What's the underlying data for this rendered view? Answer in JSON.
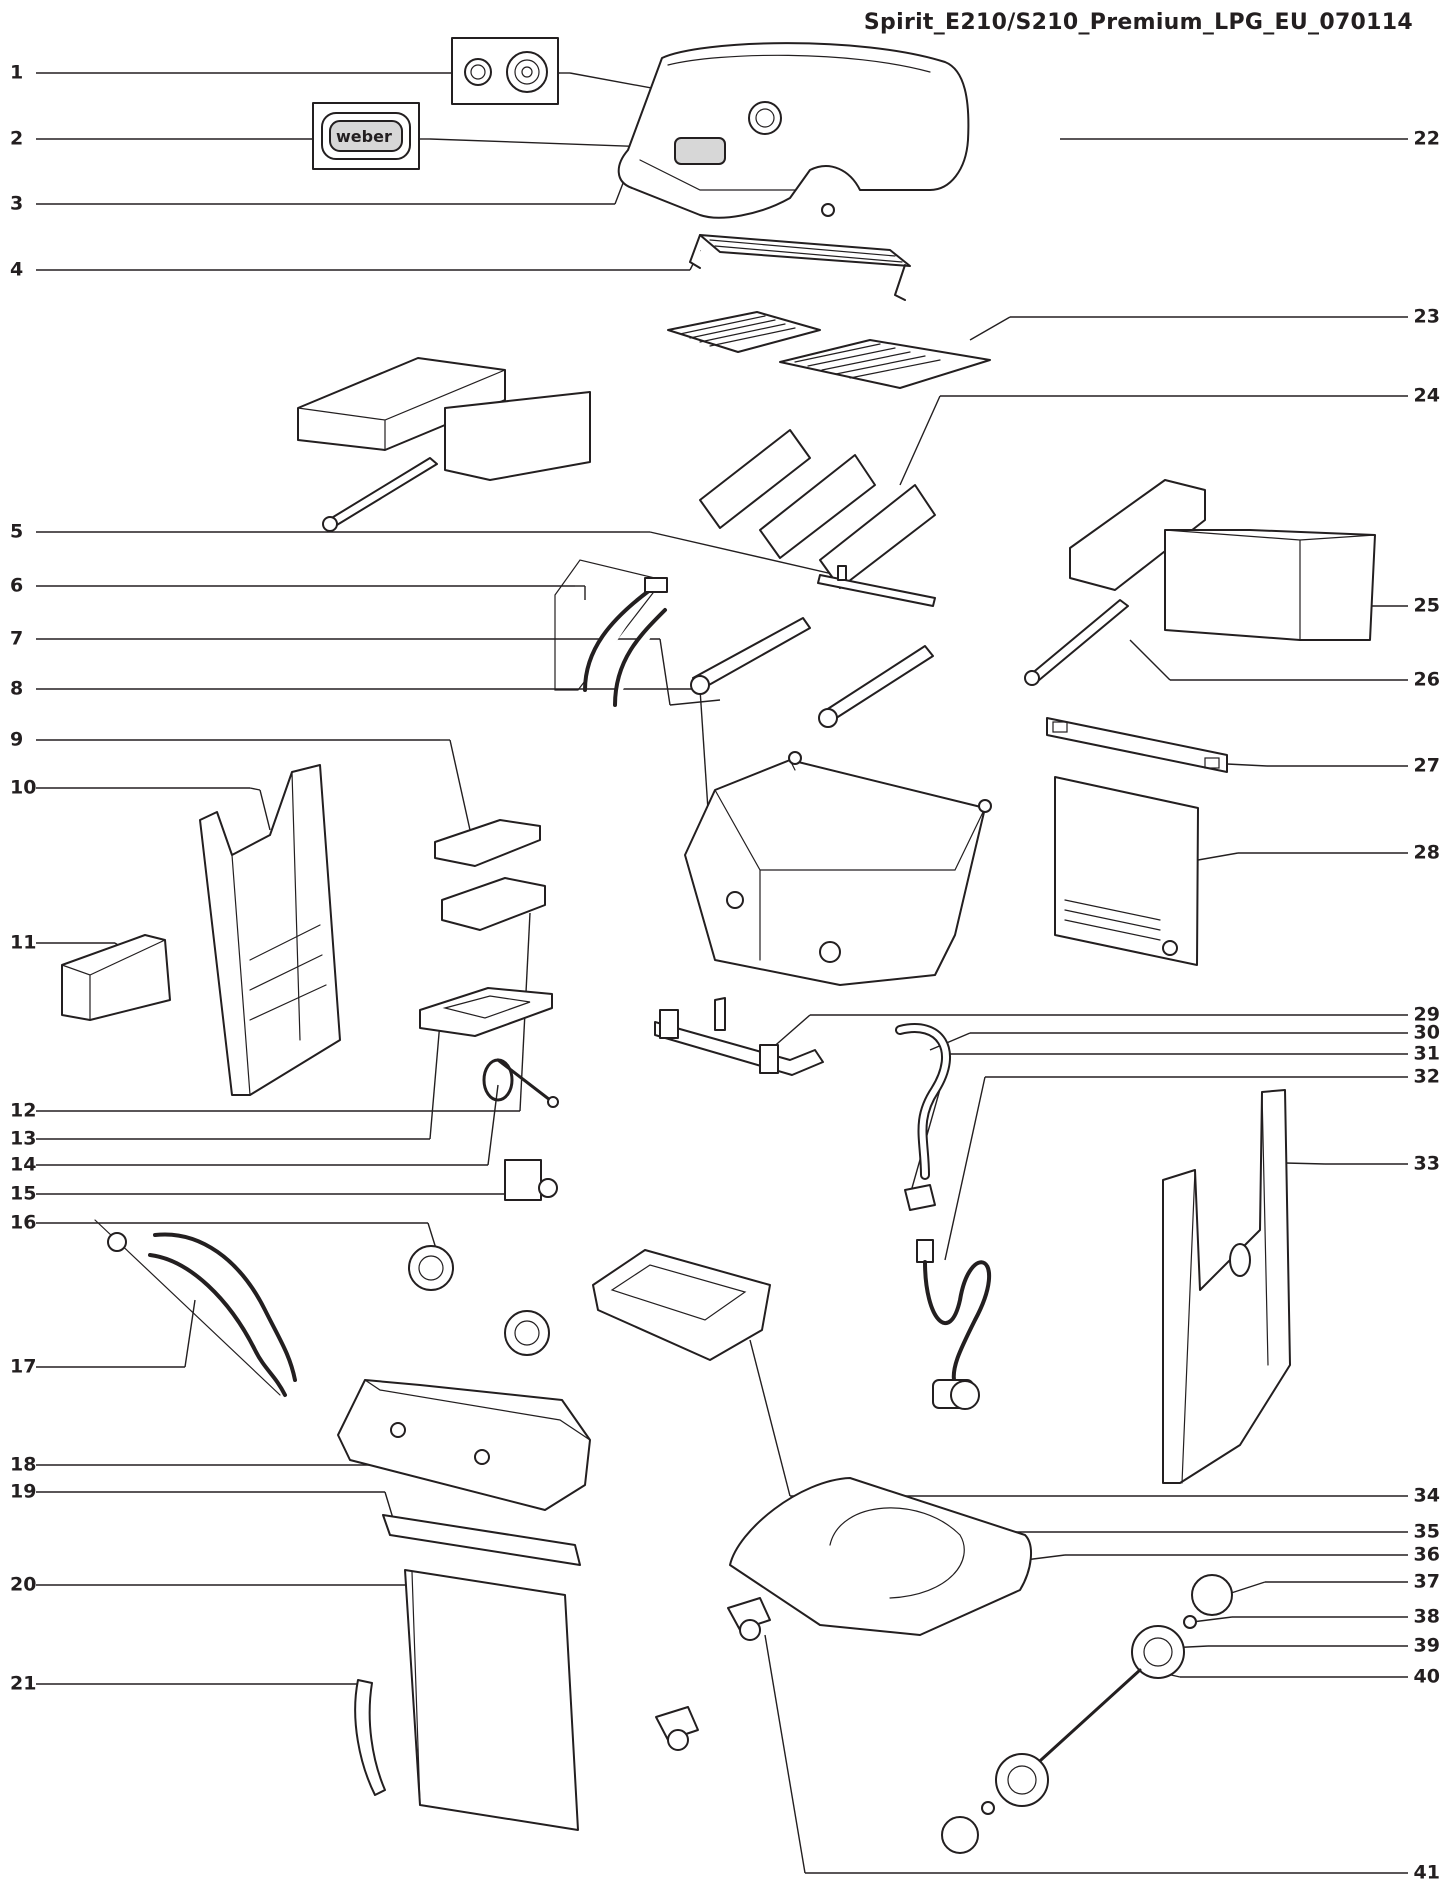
{
  "title": "Spirit_E210/S210_Premium_LPG_EU_070114",
  "callouts_left": [
    "1",
    "2",
    "3",
    "4",
    "5",
    "6",
    "7",
    "8",
    "9",
    "10",
    "11",
    "12",
    "13",
    "14",
    "15",
    "16",
    "17",
    "18",
    "19",
    "20",
    "21"
  ],
  "callouts_right": [
    "22",
    "23",
    "24",
    "25",
    "26",
    "27",
    "28",
    "29",
    "30",
    "31",
    "32",
    "33",
    "34",
    "35",
    "36",
    "37",
    "38",
    "39",
    "40",
    "41"
  ],
  "logo_text": "weber",
  "colors": {
    "ink": "#231f20",
    "shade": "#d7d7d7",
    "background": "#ffffff"
  }
}
